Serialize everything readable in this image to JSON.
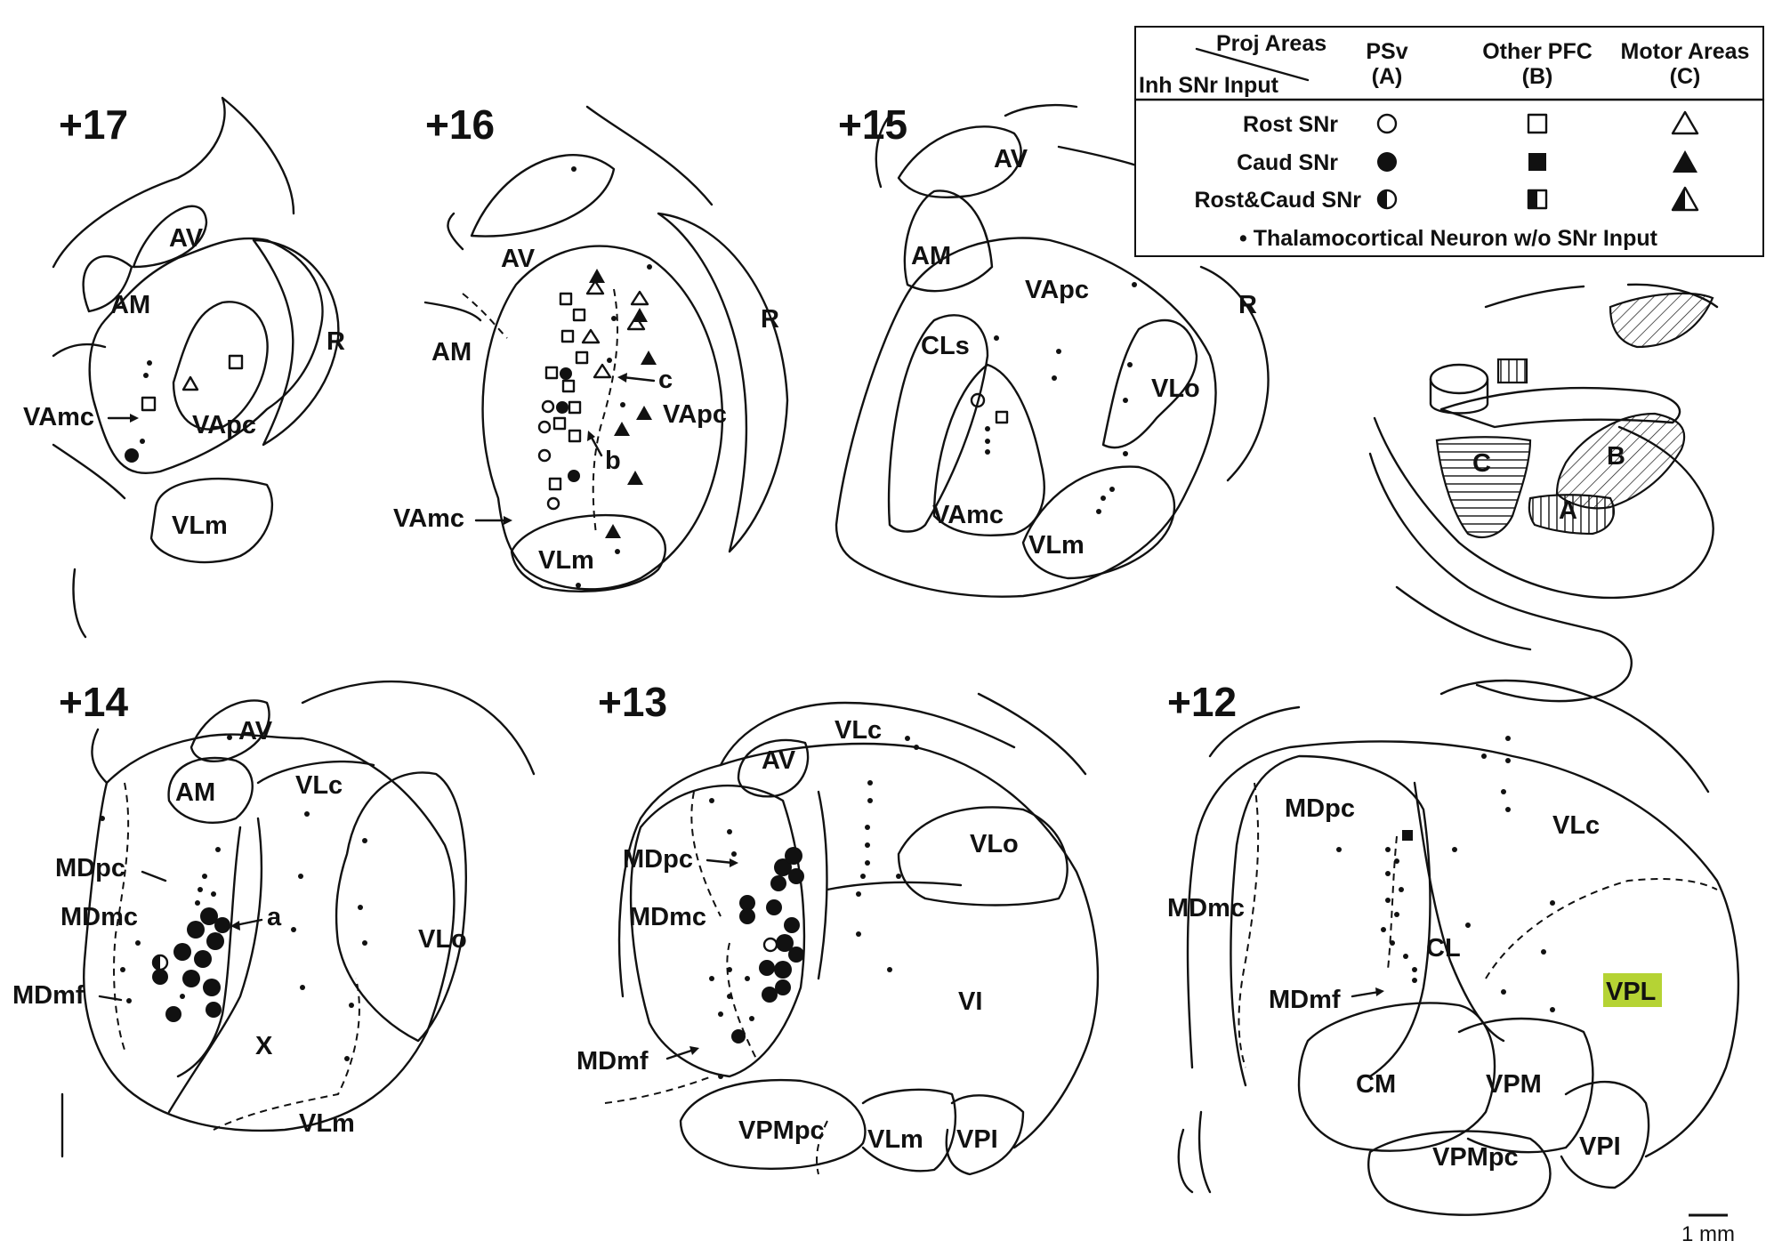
{
  "legend": {
    "proj_areas": "Proj Areas",
    "inh_input": "Inh SNr Input",
    "columns": [
      {
        "name": "PSv",
        "letter": "(A)"
      },
      {
        "name": "Other PFC",
        "letter": "(B)"
      },
      {
        "name": "Motor Areas",
        "letter": "(C)"
      }
    ],
    "rows": [
      "Rost SNr",
      "Caud SNr",
      "Rost&Caud SNr"
    ],
    "no_input": "• Thalamocortical Neuron w/o SNr Input"
  },
  "sections": {
    "s17": {
      "title": "+17",
      "labels": [
        "AV",
        "AM",
        "R",
        "VAmc",
        "VApc",
        "VLm"
      ]
    },
    "s16": {
      "title": "+16",
      "labels": [
        "AV",
        "AM",
        "R",
        "c",
        "VApc",
        "b",
        "VAmc",
        "VLm"
      ]
    },
    "s15": {
      "title": "+15",
      "labels": [
        "AV",
        "AM",
        "VApc",
        "R",
        "CLs",
        "VLo",
        "VAmc",
        "VLm"
      ]
    },
    "s14": {
      "title": "+14",
      "labels": [
        "AV",
        "AM",
        "VLc",
        "MDpc",
        "MDmc",
        "a",
        "VLo",
        "MDmf",
        "X",
        "VLm"
      ]
    },
    "s13": {
      "title": "+13",
      "labels": [
        "VLc",
        "AV",
        "VLo",
        "MDpc",
        "MDmc",
        "VI",
        "MDmf",
        "VPMpc",
        "VLm",
        "VPI"
      ]
    },
    "s12": {
      "title": "+12",
      "labels": [
        "MDpc",
        "VLc",
        "MDmc",
        "CL",
        "VPL",
        "MDmf",
        "CM",
        "VPM",
        "VPMpc",
        "VPI"
      ]
    }
  },
  "inset_labels": [
    "C",
    "B",
    "A"
  ],
  "highlight_color": "#b5d334",
  "scale_bar": "1 mm"
}
